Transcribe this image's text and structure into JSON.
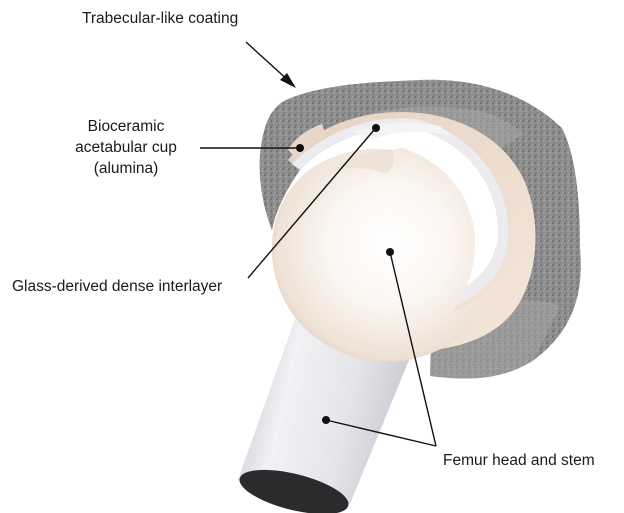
{
  "labels": {
    "coating": "Trabecular-like coating",
    "cup_line1": "Bioceramic",
    "cup_line2": "acetabular cup",
    "cup_line3": "(alumina)",
    "interlayer": "Glass-derived dense interlayer",
    "femur": "Femur head and stem"
  },
  "colors": {
    "coating": "#8c8c8c",
    "cup": "#eedccd",
    "interlayer": "#e6e6ea",
    "femur_head": "#f3ece6",
    "stem": "#d3d3d9",
    "line": "#111111"
  }
}
